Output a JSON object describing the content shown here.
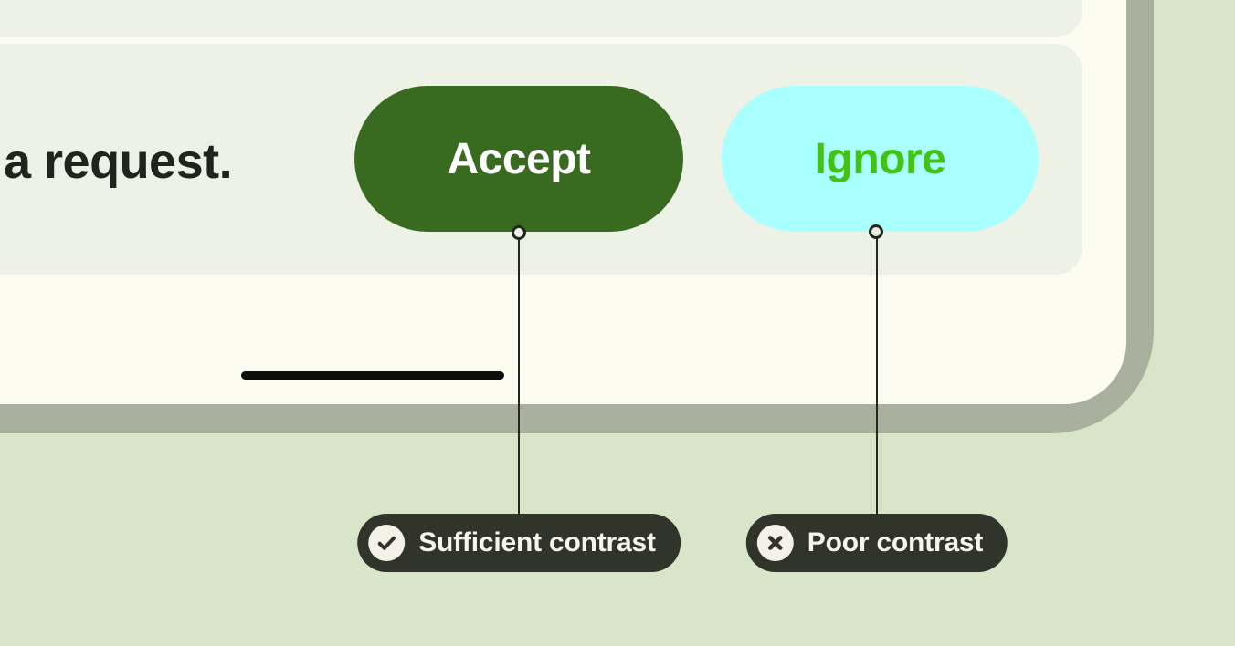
{
  "figure": {
    "background_color": "#d9e5c9",
    "phone": {
      "bezel_color": "#a9b09e",
      "screen_color": "#fdfcf0",
      "notification_card_color": "#eef1e6",
      "message_text": "a request.",
      "message_text_color": "#20241c",
      "home_indicator_color": "#0d0e0a"
    },
    "buttons": [
      {
        "label": "Accept",
        "background": "#386a20",
        "text_color": "#ffffff"
      },
      {
        "label": "Ignore",
        "background": "#aaffff",
        "text_color": "#41c314"
      }
    ],
    "annotations": [
      {
        "label": "Sufficient contrast",
        "icon": "check-icon",
        "target": "Accept"
      },
      {
        "label": "Poor contrast",
        "icon": "x-icon",
        "target": "Ignore"
      }
    ],
    "annotation_style": {
      "pill_background": "#30342b",
      "label_color": "#f7f5eb",
      "icon_circle_color": "#f4f1e6",
      "icon_glyph_color": "#30342b",
      "connector_color": "#23271f"
    }
  }
}
